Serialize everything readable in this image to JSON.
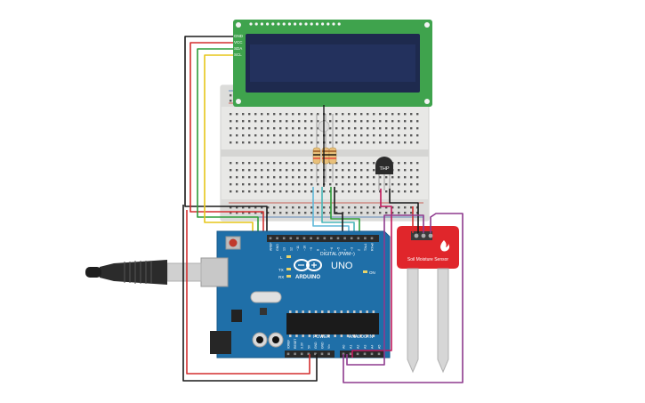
{
  "lcd": {
    "pins": [
      "GND",
      "VCC",
      "SDA",
      "SCL"
    ]
  },
  "arduino": {
    "brand": "ARDUINO",
    "model": "UNO",
    "digital_label": "DIGITAL (PWM~)",
    "analog_label": "ANALOG IN",
    "power_label": "POWER",
    "header_top": [
      "AREF",
      "GND",
      "13",
      "12",
      "~11",
      "~10",
      "~9",
      "8",
      "7",
      "~6",
      "~5",
      "4",
      "~3",
      "2",
      "TX▸1",
      "RX◂0"
    ],
    "power_pins": [
      "IOREF",
      "RESET",
      "3.3V",
      "5V",
      "GND",
      "GND",
      "Vin"
    ],
    "analog_pins": [
      "A0",
      "A1",
      "A2",
      "A3",
      "A4",
      "A5"
    ],
    "led_l": "L",
    "led_tx": "TX",
    "led_rx": "RX",
    "led_on": "ON"
  },
  "thermistor": {
    "label": "THP"
  },
  "soil_sensor": {
    "label": "Soil Moisture Sensor"
  },
  "colors": {
    "wire_black": "#1a1a1a",
    "wire_red": "#d32f2f",
    "wire_green": "#2e9d3a",
    "wire_yellow": "#e6c619",
    "wire_blue": "#5fb8d9",
    "wire_cyan": "#48b6b8",
    "wire_purple": "#8e3a8e",
    "wire_magenta": "#c2185b",
    "board_blue": "#1f6fa8",
    "lcd_green": "#3fa34d",
    "sensor_red": "#e0262b"
  },
  "icons": [
    "usb-plug-icon",
    "arduino-infinity-logo-icon",
    "flame-icon"
  ]
}
